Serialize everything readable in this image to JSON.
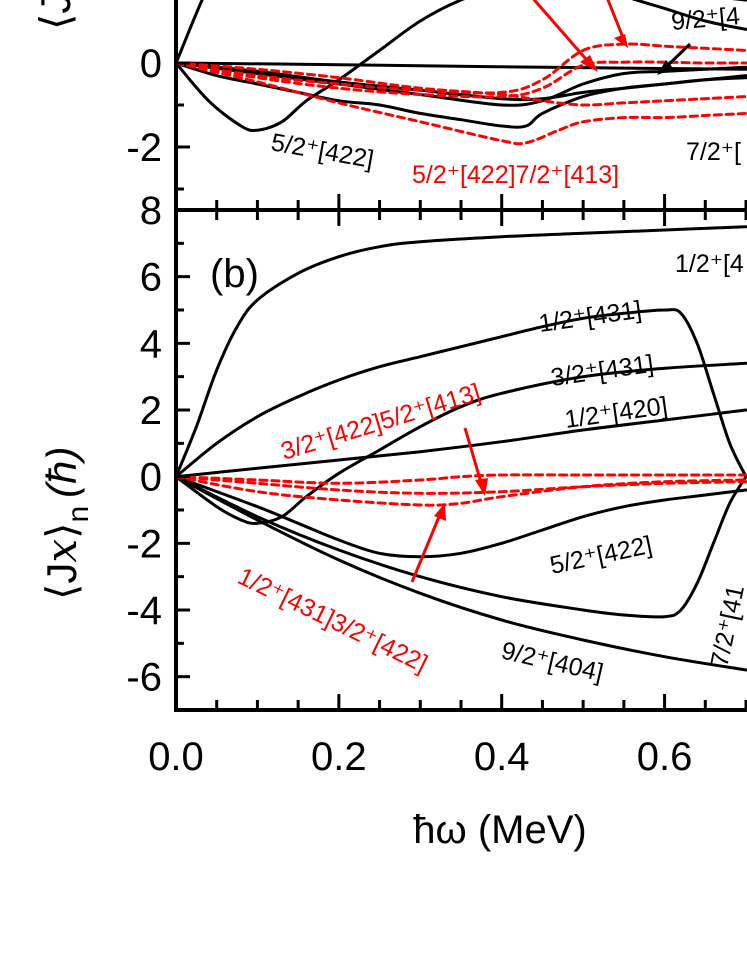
{
  "chart_data": {
    "type": "line",
    "xlabel": "ħω (MeV)",
    "x_ticks": [
      "0.0",
      "0.2",
      "0.4",
      "0.6"
    ],
    "xlim": [
      0,
      0.7
    ],
    "colors": {
      "black": "#000000",
      "red": "#ff0000"
    },
    "panels": [
      {
        "id": "a",
        "ylabel": "⟨J",
        "ylim": [
          -3.4,
          2
        ],
        "y_ticks": [
          "-2",
          "0"
        ],
        "y_tick_values": [
          -2,
          0
        ],
        "labels": [
          {
            "text": "9/2⁺[4",
            "color": "black"
          },
          {
            "text": "5/2⁺[422]",
            "color": "black"
          },
          {
            "text": "5/2⁺[422]7/2⁺[413]",
            "color": "red"
          },
          {
            "text": "7/2⁺[",
            "color": "black"
          }
        ],
        "series": [
          {
            "style": "solid",
            "color": "black",
            "x": [
              0,
              0.05,
              0.1,
              0.15,
              0.2,
              0.25,
              0.3,
              0.35,
              0.4,
              0.45,
              0.5,
              0.55,
              0.6,
              0.65,
              0.7
            ],
            "y": [
              0,
              2.2,
              3.2,
              3.8,
              4.0,
              3.9,
              3.6,
              3.2,
              2.8,
              2.4,
              2.0,
              1.6,
              1.3,
              1.0,
              0.8
            ]
          },
          {
            "style": "solid",
            "color": "black",
            "x": [
              0,
              0.04,
              0.08,
              0.1,
              0.13,
              0.16,
              0.2,
              0.25,
              0.3,
              0.35,
              0.4,
              0.45,
              0.5,
              0.55,
              0.6,
              0.65,
              0.7
            ],
            "y": [
              0,
              -0.9,
              -1.5,
              -1.6,
              -1.4,
              -0.9,
              -0.4,
              0.3,
              1.0,
              1.5,
              1.8,
              1.9,
              1.9,
              1.8,
              1.7,
              1.6,
              1.5
            ]
          },
          {
            "style": "solid",
            "color": "black",
            "x": [
              0,
              0.05,
              0.1,
              0.15,
              0.2,
              0.25,
              0.3,
              0.35,
              0.4,
              0.43,
              0.45,
              0.5,
              0.55,
              0.6,
              0.65,
              0.7
            ],
            "y": [
              0,
              -0.3,
              -0.5,
              -0.7,
              -0.9,
              -1.0,
              -1.2,
              -1.35,
              -1.5,
              -1.5,
              -1.2,
              -0.8,
              -0.6,
              -0.5,
              -0.4,
              -0.3
            ]
          },
          {
            "style": "solid",
            "color": "black",
            "x": [
              0,
              0.1,
              0.2,
              0.3,
              0.4,
              0.45,
              0.5,
              0.55,
              0.6,
              0.65,
              0.7
            ],
            "y": [
              0,
              -0.25,
              -0.5,
              -0.75,
              -1.0,
              -0.9,
              -0.5,
              -0.25,
              -0.2,
              -0.15,
              -0.1
            ]
          },
          {
            "style": "solid",
            "color": "black",
            "x": [
              0,
              0.1,
              0.2,
              0.3,
              0.4,
              0.45,
              0.5,
              0.55,
              0.6,
              0.65,
              0.7
            ],
            "y": [
              0,
              -0.2,
              -0.45,
              -0.65,
              -0.85,
              -0.85,
              -0.7,
              -0.6,
              -0.5,
              -0.4,
              -0.35
            ]
          },
          {
            "style": "solid",
            "color": "black",
            "x": [
              0,
              0.2,
              0.4,
              0.6,
              0.7
            ],
            "y": [
              0,
              -0.04,
              -0.09,
              -0.13,
              -0.15
            ]
          },
          {
            "style": "dashed",
            "color": "red",
            "x": [
              0,
              0.1,
              0.2,
              0.3,
              0.4,
              0.45,
              0.5,
              0.55,
              0.6,
              0.65,
              0.7
            ],
            "y": [
              0,
              -0.3,
              -0.5,
              -0.65,
              -0.7,
              -0.4,
              0.3,
              0.45,
              0.4,
              0.35,
              0.3
            ]
          },
          {
            "style": "dashed",
            "color": "red",
            "x": [
              0,
              0.1,
              0.2,
              0.3,
              0.4,
              0.45,
              0.5,
              0.55,
              0.6,
              0.65,
              0.7
            ],
            "y": [
              0,
              -0.35,
              -0.6,
              -0.75,
              -0.8,
              -0.6,
              -0.05,
              0.02,
              0.02,
              0.0,
              0.0
            ]
          },
          {
            "style": "dashed",
            "color": "red",
            "x": [
              0,
              0.1,
              0.2,
              0.3,
              0.4,
              0.45,
              0.5,
              0.55,
              0.6,
              0.65,
              0.7
            ],
            "y": [
              0,
              -0.15,
              -0.35,
              -0.6,
              -0.75,
              -0.9,
              -1.0,
              -0.95,
              -0.9,
              -0.85,
              -0.8
            ]
          },
          {
            "style": "dashed",
            "color": "red",
            "x": [
              0,
              0.1,
              0.2,
              0.3,
              0.4,
              0.43,
              0.47,
              0.5,
              0.55,
              0.6,
              0.65,
              0.7
            ],
            "y": [
              0,
              -0.45,
              -0.95,
              -1.4,
              -1.85,
              -1.9,
              -1.6,
              -1.4,
              -1.3,
              -1.3,
              -1.25,
              -1.2
            ]
          }
        ]
      },
      {
        "id": "b",
        "tag": "(b)",
        "ylabel": "⟨J",
        "ylabel_sub": "x",
        "ylabel_tail": "⟩",
        "ylabel_n": "n",
        "ylabel_unit": "(ħ)",
        "ylim": [
          -7,
          8
        ],
        "y_ticks": [
          "8",
          "6",
          "4",
          "2",
          "0",
          "-2",
          "-4",
          "-6"
        ],
        "y_tick_values": [
          8,
          6,
          4,
          2,
          0,
          -2,
          -4,
          -6
        ],
        "labels": [
          {
            "text": "1/2⁺[4",
            "color": "black"
          },
          {
            "text": "1/2⁺[431]",
            "color": "black"
          },
          {
            "text": "3/2⁺[431]",
            "color": "black"
          },
          {
            "text": "1/2⁺[420]",
            "color": "black"
          },
          {
            "text": "3/2⁺[422]5/2⁺[413]",
            "color": "red"
          },
          {
            "text": "5/2⁺[422]",
            "color": "black"
          },
          {
            "text": "1/2⁺[431]3/2⁺[422]",
            "color": "red"
          },
          {
            "text": "9/2⁺[404]",
            "color": "black"
          },
          {
            "text": "7/2⁺[41",
            "color": "black"
          }
        ],
        "series": [
          {
            "style": "solid",
            "color": "black",
            "x": [
              0,
              0.025,
              0.05,
              0.075,
              0.1,
              0.15,
              0.2,
              0.25,
              0.3,
              0.4,
              0.5,
              0.6,
              0.7
            ],
            "y": [
              0,
              1.5,
              3.2,
              4.5,
              5.3,
              6.1,
              6.6,
              6.9,
              7.05,
              7.2,
              7.3,
              7.4,
              7.5
            ]
          },
          {
            "style": "solid",
            "color": "black",
            "x": [
              0,
              0.05,
              0.1,
              0.15,
              0.2,
              0.25,
              0.3,
              0.35,
              0.4,
              0.45,
              0.5,
              0.55,
              0.6,
              0.62,
              0.64,
              0.66,
              0.68,
              0.7
            ],
            "y": [
              0,
              1.0,
              1.8,
              2.4,
              2.9,
              3.3,
              3.6,
              3.9,
              4.2,
              4.5,
              4.75,
              4.9,
              5.0,
              4.9,
              4.0,
              2.5,
              1.0,
              0.0
            ]
          },
          {
            "style": "solid",
            "color": "black",
            "x": [
              0,
              0.05,
              0.08,
              0.1,
              0.13,
              0.16,
              0.2,
              0.25,
              0.3,
              0.35,
              0.4,
              0.5,
              0.6,
              0.7
            ],
            "y": [
              0,
              -0.9,
              -1.3,
              -1.4,
              -1.2,
              -0.6,
              0.1,
              0.8,
              1.5,
              2.1,
              2.5,
              3.0,
              3.25,
              3.4
            ]
          },
          {
            "style": "solid",
            "color": "black",
            "x": [
              0,
              0.1,
              0.2,
              0.3,
              0.4,
              0.5,
              0.6,
              0.7
            ],
            "y": [
              0,
              0.25,
              0.5,
              0.75,
              1.05,
              1.4,
              1.7,
              2.0
            ]
          },
          {
            "style": "solid",
            "color": "black",
            "x": [
              0,
              0.1,
              0.15,
              0.2,
              0.25,
              0.3,
              0.35,
              0.4,
              0.45,
              0.5,
              0.55,
              0.6,
              0.65,
              0.7
            ],
            "y": [
              0,
              -0.9,
              -1.4,
              -1.9,
              -2.3,
              -2.4,
              -2.3,
              -2.0,
              -1.6,
              -1.2,
              -0.9,
              -0.7,
              -0.55,
              -0.4
            ]
          },
          {
            "style": "solid",
            "color": "black",
            "x": [
              0,
              0.1,
              0.2,
              0.3,
              0.4,
              0.5,
              0.55,
              0.6,
              0.62,
              0.64,
              0.66,
              0.68,
              0.7
            ],
            "y": [
              0,
              -1.2,
              -2.2,
              -3.0,
              -3.6,
              -4.0,
              -4.15,
              -4.2,
              -4.0,
              -3.2,
              -2.0,
              -0.8,
              0.0
            ]
          },
          {
            "style": "solid",
            "color": "black",
            "x": [
              0,
              0.1,
              0.2,
              0.3,
              0.4,
              0.5,
              0.6,
              0.7
            ],
            "y": [
              0,
              -1.3,
              -2.5,
              -3.5,
              -4.3,
              -4.9,
              -5.4,
              -5.8
            ]
          },
          {
            "style": "dashed",
            "color": "red",
            "x": [
              0,
              0.1,
              0.2,
              0.3,
              0.35,
              0.4,
              0.5,
              0.6,
              0.7
            ],
            "y": [
              0,
              -0.1,
              -0.2,
              -0.1,
              0.0,
              0.05,
              0.05,
              0.05,
              0.05
            ]
          },
          {
            "style": "dashed",
            "color": "red",
            "x": [
              0,
              0.1,
              0.2,
              0.3,
              0.4,
              0.5,
              0.6,
              0.7
            ],
            "y": [
              0,
              -0.2,
              -0.4,
              -0.5,
              -0.45,
              -0.3,
              -0.2,
              -0.15
            ]
          },
          {
            "style": "dashed",
            "color": "red",
            "x": [
              0,
              0.1,
              0.2,
              0.3,
              0.35,
              0.4,
              0.5,
              0.6,
              0.7
            ],
            "y": [
              0,
              -0.45,
              -0.7,
              -0.85,
              -0.8,
              -0.6,
              -0.3,
              -0.15,
              -0.1
            ]
          }
        ]
      }
    ]
  }
}
